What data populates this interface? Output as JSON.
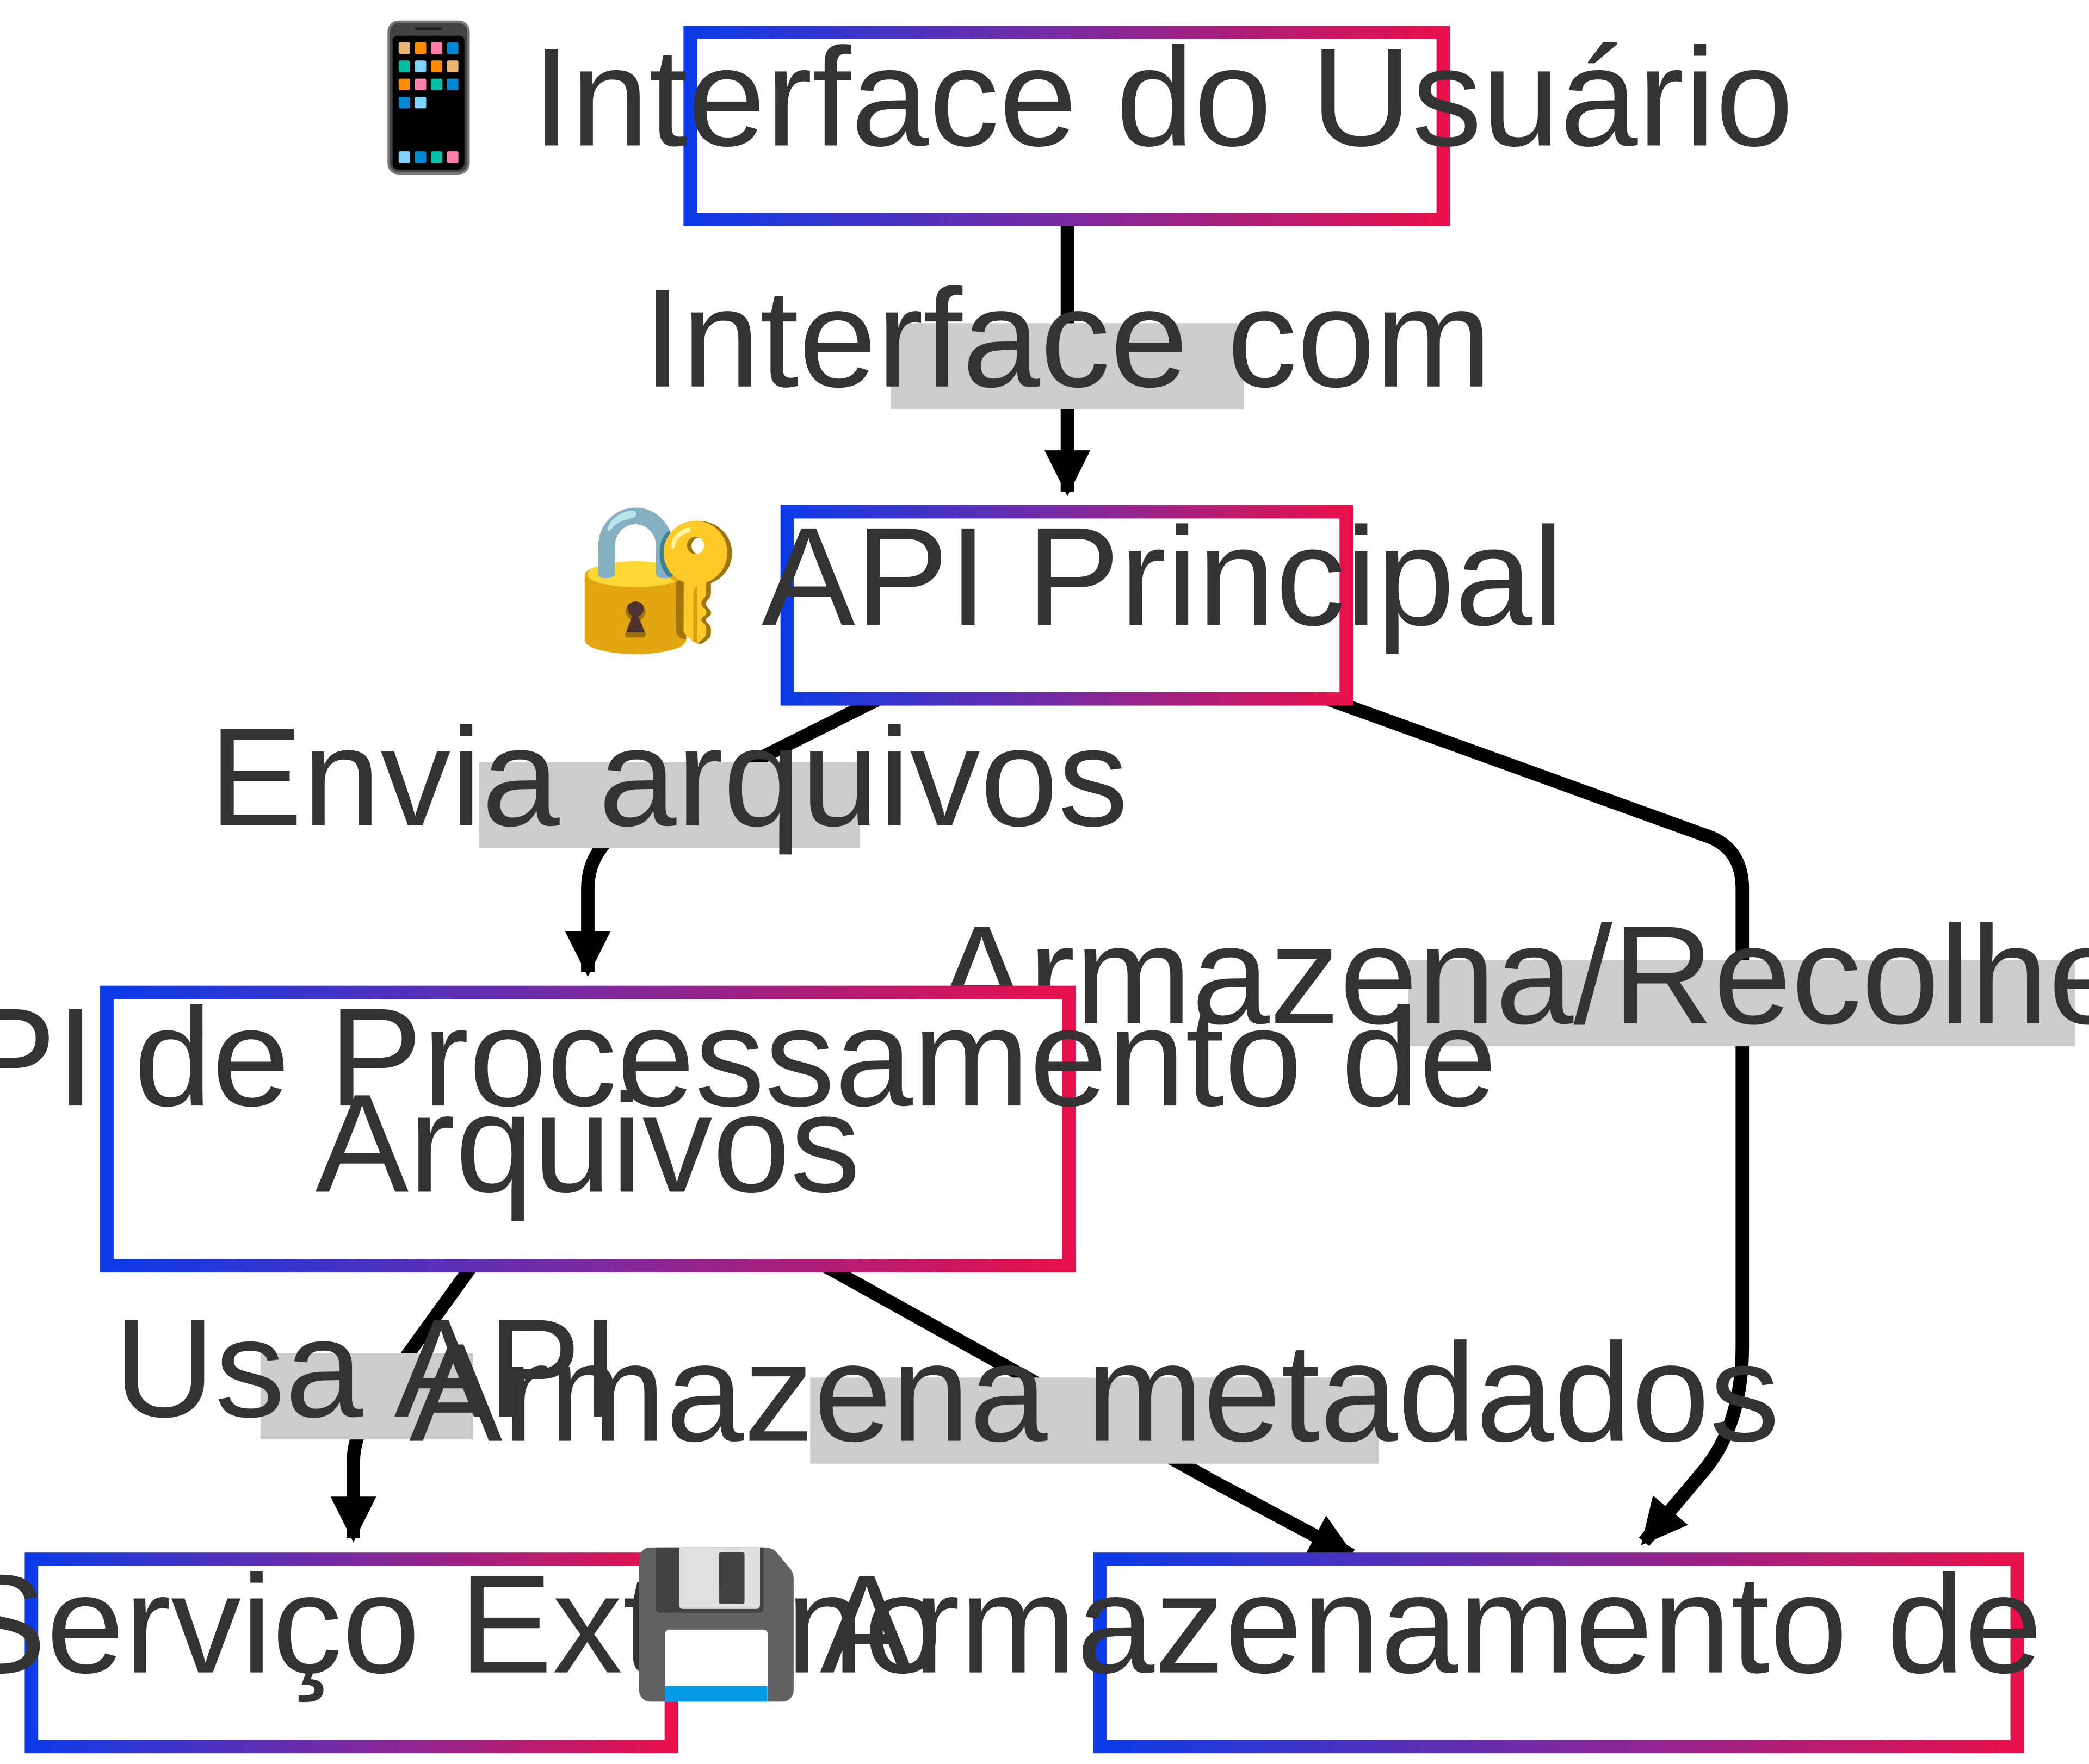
{
  "diagram": {
    "colors": {
      "border_start": "#0b3be8",
      "border_mid": "#7a2aa0",
      "border_end": "#e8104a",
      "edge": "#000000",
      "label_bg": "#cccccc",
      "text": "#333333"
    },
    "nodes": {
      "ui": {
        "icon": "📱",
        "text": "Interface do Usuário"
      },
      "api_main": {
        "icon": "🔐",
        "text": "API Principal"
      },
      "api_proc": {
        "icon": "🧠",
        "line1": "API de Processamento de",
        "line2": "Arquivos"
      },
      "ext": {
        "icon": "🔍",
        "text": "Serviço Externo"
      },
      "storage": {
        "icon": "💾",
        "text": "Armazenamento de Dados"
      }
    },
    "edges": {
      "ui_to_api": "Interface com",
      "api_to_proc": "Envia arquivos",
      "api_to_storage": "Armazena/Recolhe dados",
      "proc_to_ext": "Usa API",
      "proc_to_storage": "Armazena metadados"
    }
  }
}
